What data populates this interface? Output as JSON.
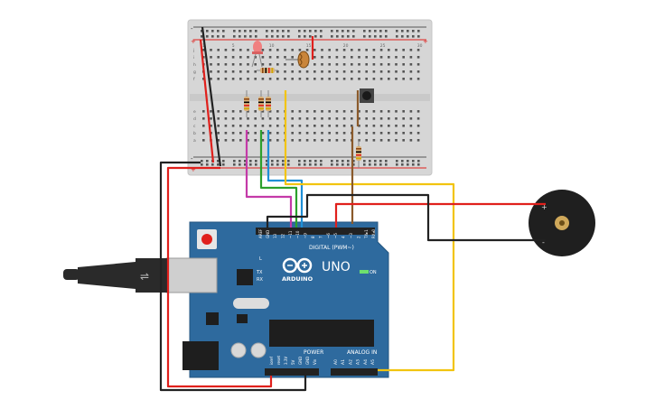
{
  "arduino": {
    "brand": "ARDUINO",
    "model": "UNO",
    "digital_label": "DIGITAL (PWM~)",
    "power_label": "POWER",
    "analog_label": "ANALOG IN",
    "on_label": "ON",
    "l_label": "L",
    "tx_label": "TX",
    "rx_label": "RX",
    "aref_label": "AREF",
    "gnd_label": "GND",
    "power_pins": [
      "ioref",
      "reset",
      "3.3V",
      "5V",
      "GND",
      "GND",
      "Vin"
    ],
    "analog_pins": [
      "A0",
      "A1",
      "A2",
      "A3",
      "A4",
      "A5"
    ],
    "digital_pins": [
      "13",
      "12",
      "~11",
      "~10",
      "~9",
      "8",
      "7",
      "~6",
      "~5",
      "4",
      "~3",
      "2",
      "TX▸1",
      "RX◂0"
    ]
  },
  "breadboard": {
    "plus": "+",
    "minus": "-",
    "rows_top": [
      "j",
      "i",
      "h",
      "g",
      "f"
    ],
    "rows_bottom": [
      "e",
      "d",
      "c",
      "b",
      "a"
    ],
    "columns": [
      "1",
      "5",
      "10",
      "15",
      "20",
      "25",
      "30"
    ]
  },
  "buzzer": {
    "plus": "+",
    "minus": "-"
  },
  "colors": {
    "board_blue": "#2e6a9e",
    "breadboard": "#d9d9d9",
    "red_wire": "#e0201c",
    "black_wire": "#222222",
    "yellow_wire": "#f2c40f",
    "green_wire": "#2ca02c",
    "blue_wire": "#1f8fd6",
    "magenta_wire": "#c43aa8",
    "brown_wire": "#8b5a2b"
  }
}
